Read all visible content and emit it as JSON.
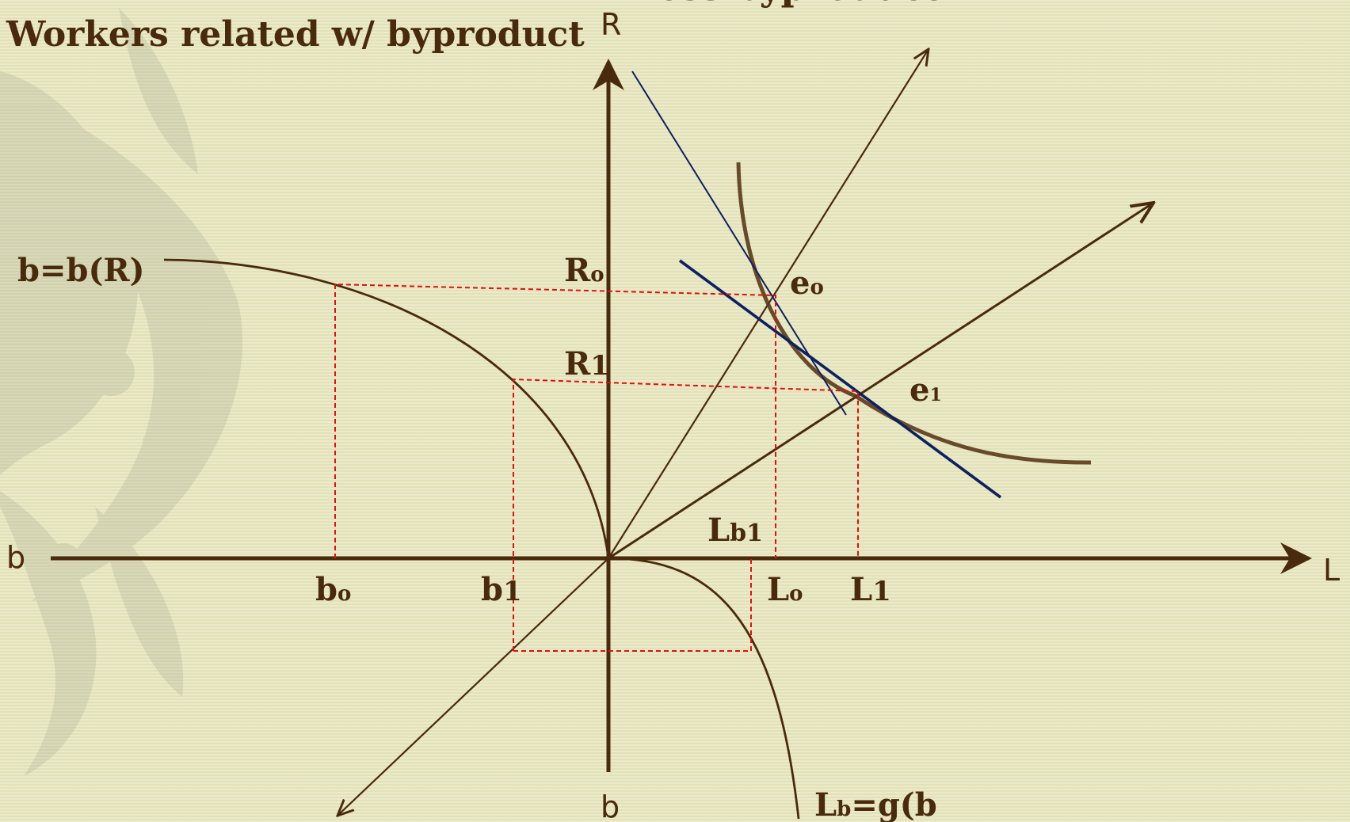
{
  "slide": {
    "title_top": "less byproduct",
    "title_left": "Workers related w/ byproduct"
  },
  "axes": {
    "r_top": "R",
    "l_right": "L",
    "b_left": "b",
    "b_bottom": "b"
  },
  "labels": {
    "b_of_r": "b=b(R)",
    "r0": "R",
    "r0_sub": "o",
    "r1": "R",
    "r1_sub": "1",
    "e0": "e",
    "e0_sub": "o",
    "e1": "e",
    "e1_sub": "1",
    "lb1": "L",
    "lb1_sub": "b1",
    "b0": "b",
    "b0_sub": "o",
    "b1": "b",
    "b1_sub": "1",
    "l0": "L",
    "l0_sub": "o",
    "l1": "L",
    "l1_sub": "1",
    "lb_func": "L",
    "lb_func_sub": "b",
    "lb_func_rest": "=g(b"
  },
  "colors": {
    "axis": "#4a2a0c",
    "dashed": "#e01010",
    "tangent": "#0d2060",
    "curve": "#4a2a0c"
  }
}
